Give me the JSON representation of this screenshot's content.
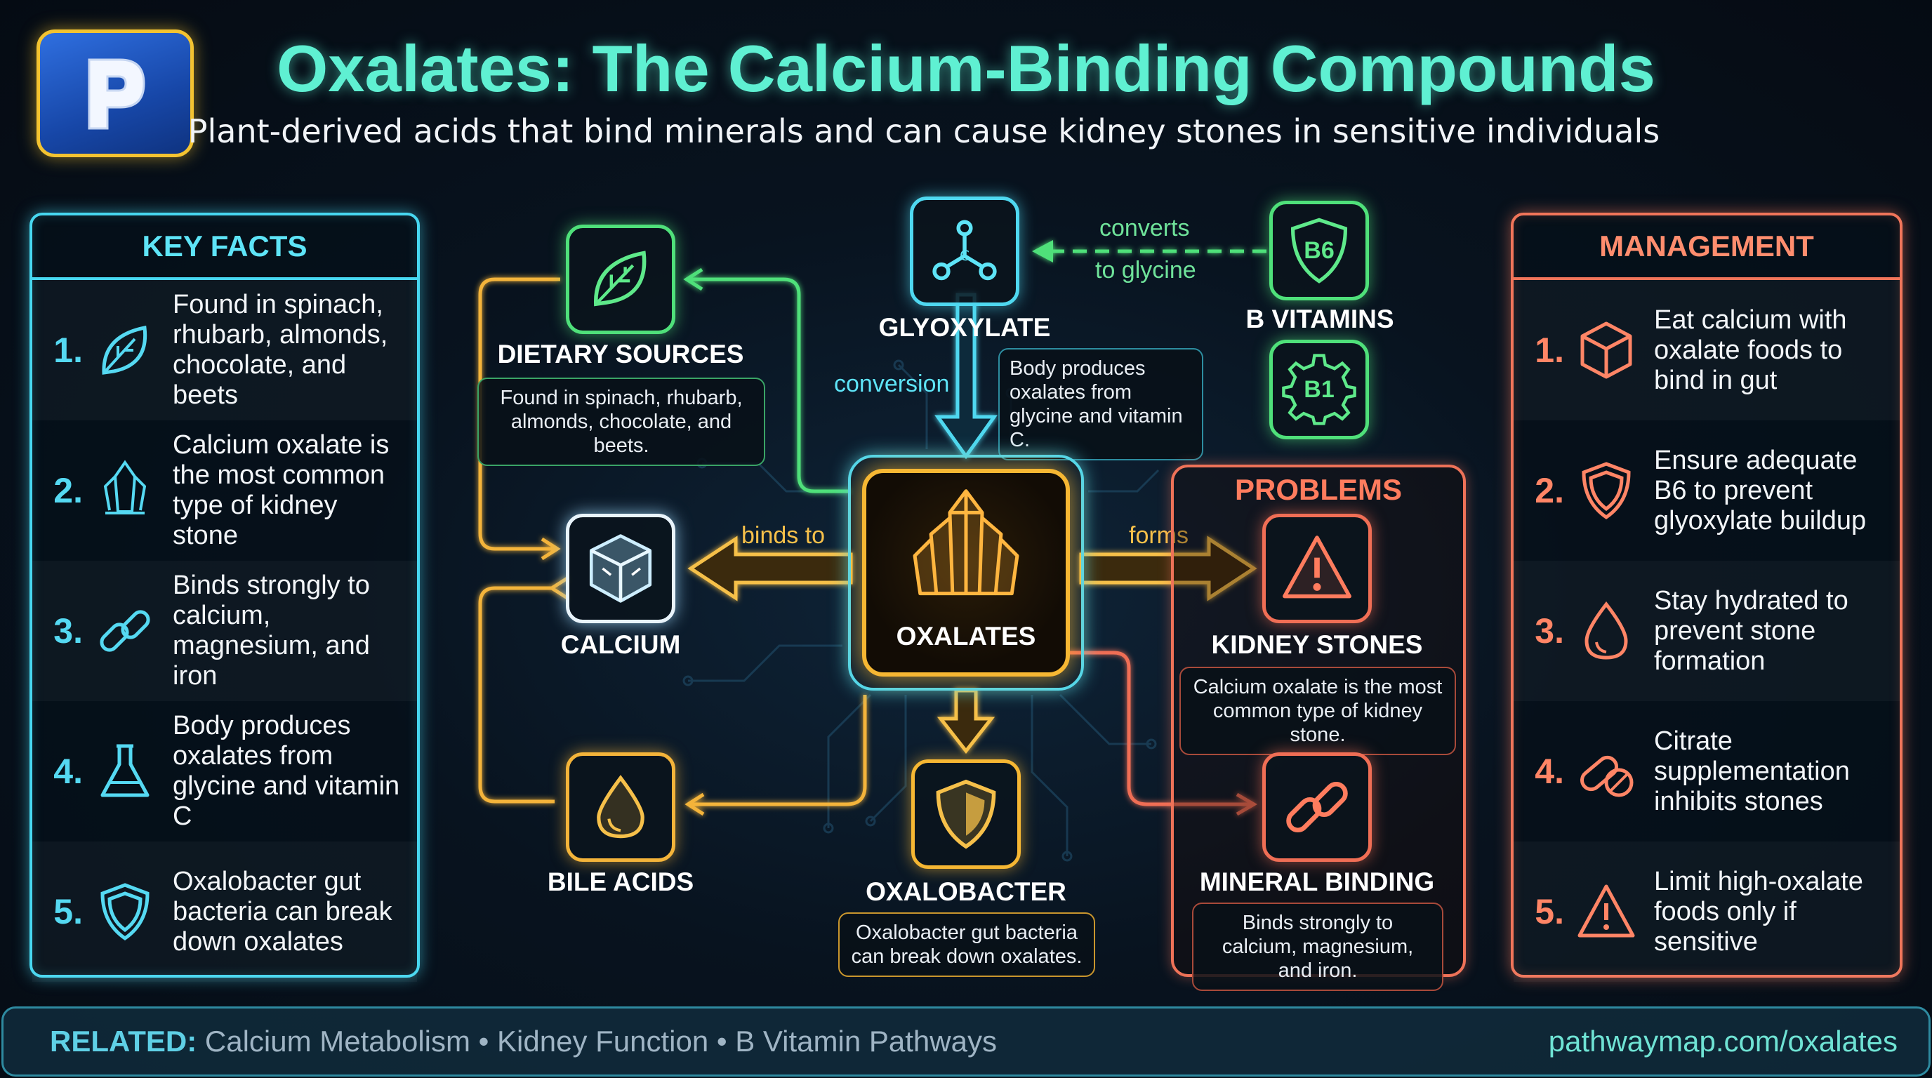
{
  "header": {
    "title": "Oxalates: The Calcium-Binding Compounds",
    "subtitle": "Plant-derived acids that bind minerals and can cause kidney stones in sensitive individuals"
  },
  "key_facts": {
    "heading": "KEY FACTS",
    "items": [
      {
        "num": "1.",
        "text": "Found in spinach, rhubarb, almonds, chocolate, and beets",
        "icon": "leaf-icon"
      },
      {
        "num": "2.",
        "text": "Calcium oxalate is the most common type of kidney stone",
        "icon": "crystal-icon"
      },
      {
        "num": "3.",
        "text": "Binds strongly to calcium, magnesium, and iron",
        "icon": "chain-link-icon"
      },
      {
        "num": "4.",
        "text": "Body produces oxalates from glycine and vitamin C",
        "icon": "flask-icon"
      },
      {
        "num": "5.",
        "text": "Oxalobacter gut bacteria can break down oxalates",
        "icon": "shield-icon"
      }
    ]
  },
  "management": {
    "heading": "MANAGEMENT",
    "items": [
      {
        "num": "1.",
        "text": "Eat calcium with oxalate foods to bind in gut",
        "icon": "cube-icon"
      },
      {
        "num": "2.",
        "text": "Ensure adequate B6 to prevent glyoxylate buildup",
        "icon": "shield-icon"
      },
      {
        "num": "3.",
        "text": "Stay hydrated to prevent stone formation",
        "icon": "water-drop-icon"
      },
      {
        "num": "4.",
        "text": "Citrate supplementation inhibits stones",
        "icon": "pill-icon"
      },
      {
        "num": "5.",
        "text": "Limit high-oxalate foods only if sensitive",
        "icon": "warning-icon"
      }
    ]
  },
  "diagram": {
    "center": {
      "label": "OXALATES",
      "icon": "crystal-icon"
    },
    "dietary_sources": {
      "label": "DIETARY SOURCES",
      "desc": "Found in spinach, rhubarb, almonds, chocolate, and beets.",
      "icon": "leaf-icon"
    },
    "glyoxylate": {
      "label": "GLYOXYLATE",
      "desc": "Body produces oxalates from glycine and vitamin C.",
      "icon": "molecule-icon"
    },
    "b_vitamins": {
      "label": "B VITAMINS",
      "b6": "B6",
      "b1": "B1",
      "icon": "shield-icon"
    },
    "calcium": {
      "label": "CALCIUM",
      "icon": "ice-cube-icon"
    },
    "bile_acids": {
      "label": "BILE ACIDS",
      "icon": "drop-icon"
    },
    "oxalobacter": {
      "label": "OXALOBACTER",
      "desc": "Oxalobacter gut bacteria can break down oxalates.",
      "icon": "shield-icon"
    },
    "problems": {
      "heading": "PROBLEMS"
    },
    "kidney_stones": {
      "label": "KIDNEY STONES",
      "desc": "Calcium oxalate is the most common type of kidney stone.",
      "icon": "warning-icon"
    },
    "mineral_binding": {
      "label": "MINERAL BINDING",
      "desc": "Binds strongly to calcium, magnesium, and iron.",
      "icon": "chain-link-icon"
    },
    "edges": {
      "conversion": "conversion",
      "converts_1": "converts",
      "converts_2": "to glycine",
      "binds_to": "binds to",
      "forms": "forms"
    }
  },
  "footer": {
    "related_label": "RELATED:",
    "related_items": "Calcium Metabolism • Kidney Function • B Vitamin Pathways",
    "url": "pathwaymap.com/oxalates"
  },
  "colors": {
    "title": "#5ff0d2",
    "key_facts": "#47d7f0",
    "management": "#f0755a",
    "green": "#4fe07a",
    "gold": "#f6b733",
    "cyan": "#4fd8f0"
  }
}
